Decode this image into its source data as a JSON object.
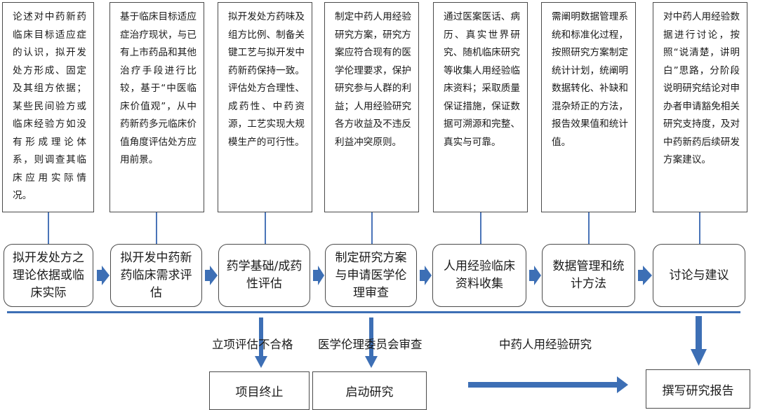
{
  "descriptions": [
    "论述对中药新药临床目标适应症的认识，拟开发处方形成、固定及其组方依据；某些民间验方或临床经验方如没有形成理论体系，则调查其临床应用实际情况。",
    "基于临床目标适应症治疗现状，与已有上市药品和其他治疗手段进行比较，基于“中医临床价值观”，从中药新药多元临床价值角度评估处方应用前景。",
    "拟开发处方药味及组方比例、制备关键工艺与拟开发中药新药保持一致。评估处方合理性、成药性、中药资源，工艺实现大规模生产的可行性。",
    "制定中药人用经验研究方案，研究方案应符合现有的医学伦理要求，保护研究参与人群的利益；人用经验研究各方收益及不违反利益冲突原则。",
    "通过医案医话、病历、真实世界研究、随机临床研究等收集人用经验临床资料；采取质量保证措施，保证数据可溯源和完整、真实与可靠。",
    "需阐明数据管理系统和标准化过程，按照研究方案制定统计计划，统阐明数据转化、补缺和混杂矫正的方法，报告效果值和统计值。",
    "对中药人用经验数据进行讨论，按照“说清楚，讲明白”思路，分阶段说明研究结论对申办者申请豁免相关研究支持度，及对中药新药后续研发方案建议。"
  ],
  "stages": [
    "拟开发处方之理论依据或临床实际",
    "拟开发中药新药临床需求评估",
    "药学基础/成药性评估",
    "制定研究方案与申请医学伦理审查",
    "人用经验临床资料收集",
    "数据管理和统计方法",
    "讨论与建议"
  ],
  "labels": {
    "fail": "立项评估不合格",
    "ethics": "医学伦理委员会审查",
    "research": "中药人用经验研究"
  },
  "outcomes": {
    "terminate": "项目终止",
    "start": "启动研究",
    "report": "撰写研究报告"
  },
  "colors": {
    "arrow": "#3d6fb5",
    "border": "#4a4a4a"
  }
}
